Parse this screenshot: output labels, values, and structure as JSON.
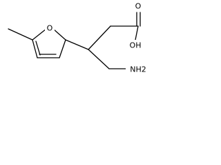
{
  "molecule": {
    "atoms": {
      "furan_oxygen": "O",
      "carbonyl_oxygen": "O",
      "hydroxyl": "OH",
      "amine": "NH2"
    }
  }
}
